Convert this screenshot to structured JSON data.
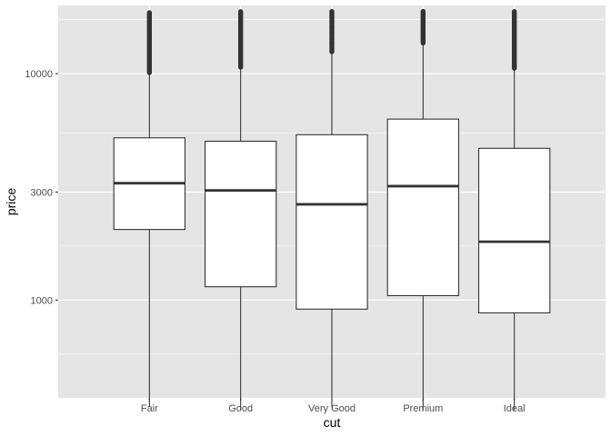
{
  "chart_data": {
    "type": "boxplot",
    "xlabel": "cut",
    "ylabel": "price",
    "y_scale": "log10",
    "ylim": [
      370,
      20000
    ],
    "y_ticks": [
      {
        "value": 1000,
        "label": "1000"
      },
      {
        "value": 3000,
        "label": "3000"
      },
      {
        "value": 10000,
        "label": "10000"
      }
    ],
    "grid": true,
    "categories": [
      "Fair",
      "Good",
      "Very Good",
      "Premium",
      "Ideal"
    ],
    "boxes": [
      {
        "category": "Fair",
        "min": 337,
        "q1": 2050,
        "median": 3282,
        "q3": 5206,
        "max": 10060,
        "outliers_from": 10060,
        "outliers_to": 18574
      },
      {
        "category": "Good",
        "min": 327,
        "q1": 1145,
        "median": 3050,
        "q3": 5028,
        "max": 10600,
        "outliers_from": 10600,
        "outliers_to": 18788
      },
      {
        "category": "Very Good",
        "min": 336,
        "q1": 912,
        "median": 2648,
        "q3": 5373,
        "max": 12400,
        "outliers_from": 12400,
        "outliers_to": 18818
      },
      {
        "category": "Premium",
        "min": 326,
        "q1": 1046,
        "median": 3185,
        "q3": 6296,
        "max": 13500,
        "outliers_from": 13500,
        "outliers_to": 18823
      },
      {
        "category": "Ideal",
        "min": 326,
        "q1": 878,
        "median": 1810,
        "q3": 4678,
        "max": 10500,
        "outliers_from": 10500,
        "outliers_to": 18806
      }
    ]
  }
}
